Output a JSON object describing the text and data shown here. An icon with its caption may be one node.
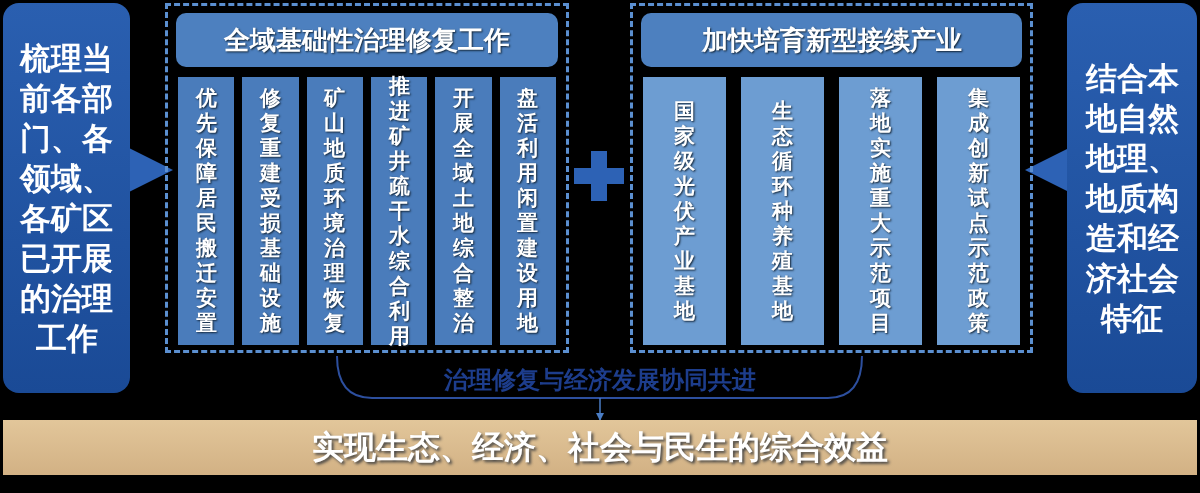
{
  "diagram": {
    "nodes": [
      {
        "text": [
          "梳理当前各部门、各领域、各矿区已开展的治理工作"
        ]
      },
      {
        "text": [
          "全域基础性治理修复工作"
        ]
      },
      {
        "text": [
          "优先保障居民搬迁安置"
        ],
        "in": 1
      },
      {
        "text": [
          "修复重建受损基础设施"
        ],
        "in": 1
      },
      {
        "text": [
          "矿山地质环境治理恢复"
        ],
        "in": 1
      },
      {
        "text": [
          "推进矿井疏干水综合利用"
        ],
        "in": 1
      },
      {
        "text": [
          "开展全域土地综合整治"
        ],
        "in": 1
      },
      {
        "text": [
          "盘活利用闲置建设用地"
        ],
        "in": 1
      },
      {
        "text": [
          "加快培育新型接续产业"
        ]
      },
      {
        "text": [
          "国家级光伏产业基地"
        ],
        "in": 8
      },
      {
        "text": [
          "生态循环种养殖基地"
        ],
        "in": 8
      },
      {
        "text": [
          "落地实施重大示范项目"
        ],
        "in": 8
      },
      {
        "text": [
          "集成创新试点示范政策"
        ],
        "in": 8
      },
      {
        "text": [
          "结合本地自然地理、地质构造和经济社会特征"
        ]
      },
      {
        "text": [
          "治理修复与经济发展协同共进"
        ]
      },
      {
        "text": [
          "实现生态、经济、社会与民生的综合效益"
        ]
      }
    ],
    "edges": [
      {
        "from": 0,
        "to": 1,
        "arrow": "to"
      },
      {
        "from": 13,
        "to": 8,
        "arrow": "to"
      },
      {
        "from": 14,
        "to": 15,
        "arrow": "to"
      }
    ]
  }
}
